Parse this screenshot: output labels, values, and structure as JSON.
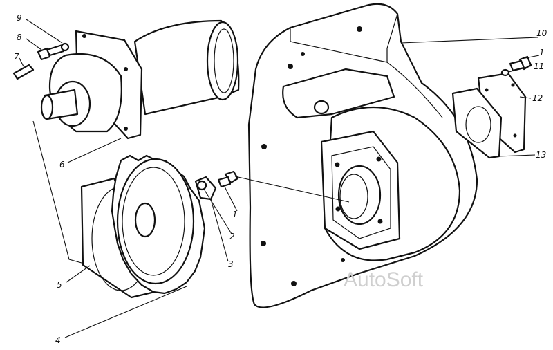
{
  "watermark": "AutoSoft",
  "callouts": {
    "c1a": "1",
    "c1b": "1",
    "c2": "2",
    "c3": "3",
    "c4": "4",
    "c5": "5",
    "c6": "6",
    "c7": "7",
    "c8": "8",
    "c9": "9",
    "c10": "10",
    "c11": "11",
    "c12": "12",
    "c13": "13"
  }
}
